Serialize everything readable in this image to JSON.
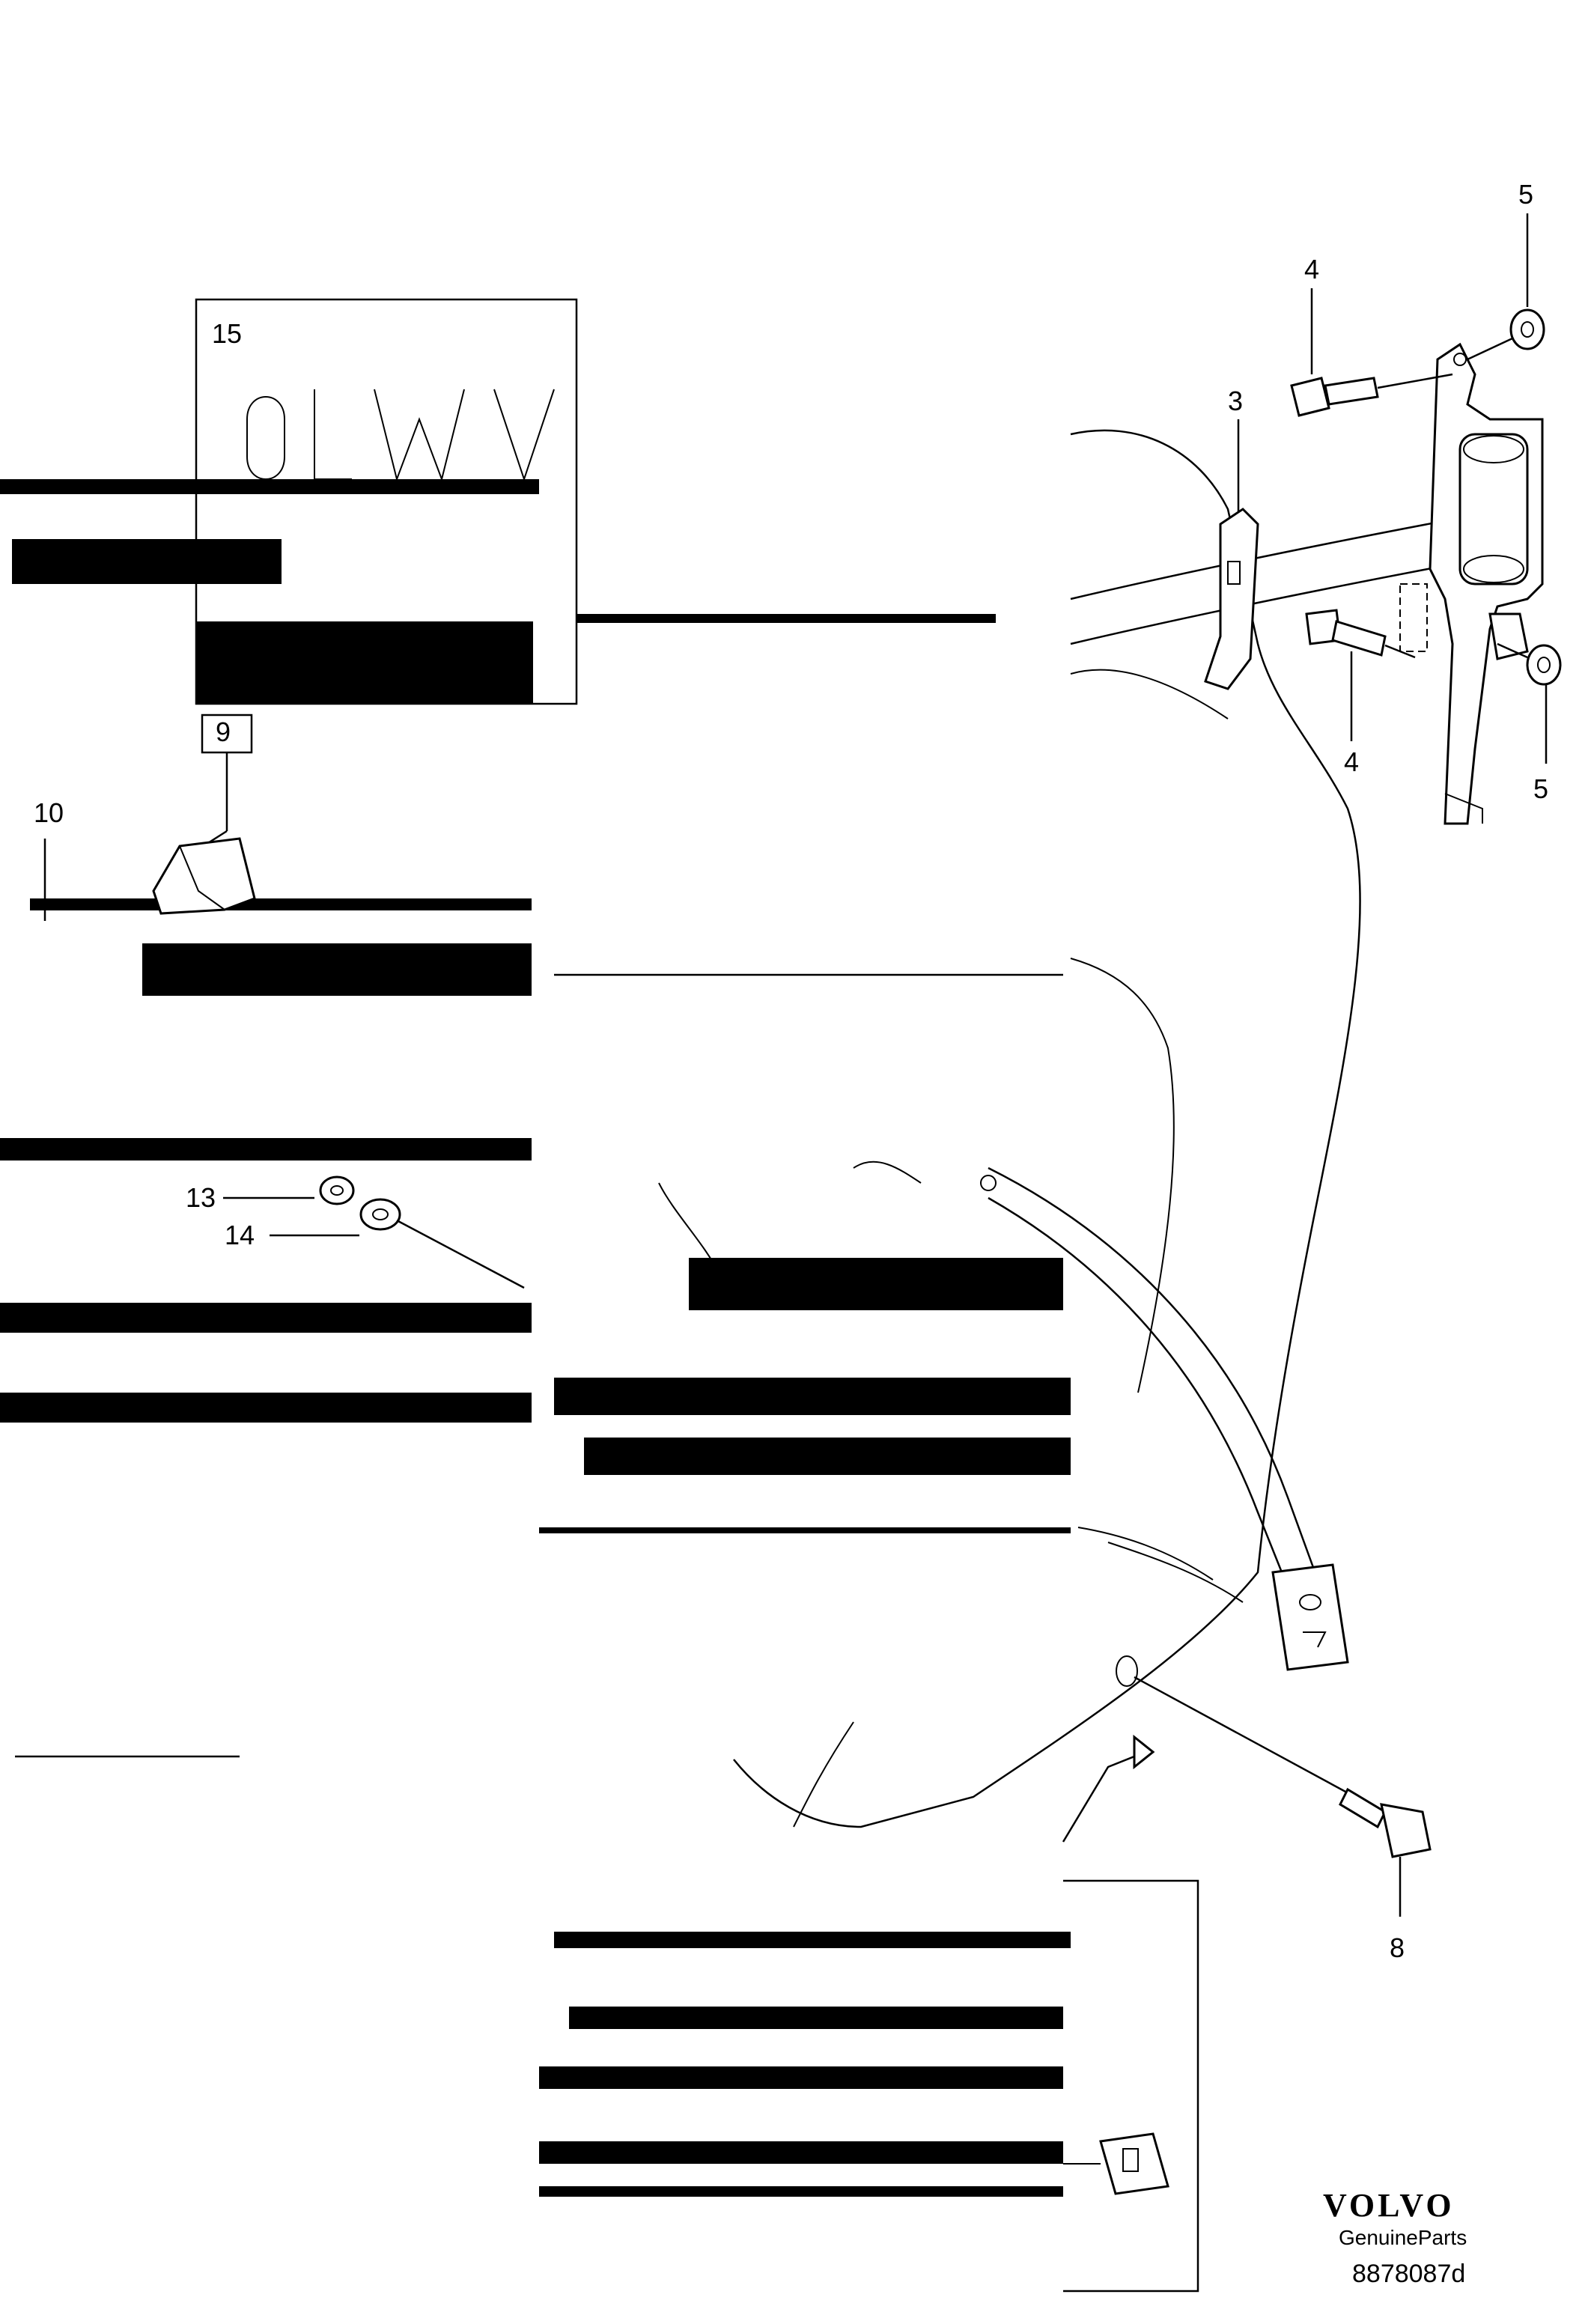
{
  "callouts": {
    "c15": "15",
    "c9": "9",
    "c10": "10",
    "c13": "13",
    "c14": "14",
    "c3": "3",
    "c4a": "4",
    "c4b": "4",
    "c5a": "5",
    "c5b": "5",
    "c8": "8"
  },
  "brand": {
    "logo": "VOLVO",
    "sub": "GenuineParts",
    "code": "8878087d"
  }
}
